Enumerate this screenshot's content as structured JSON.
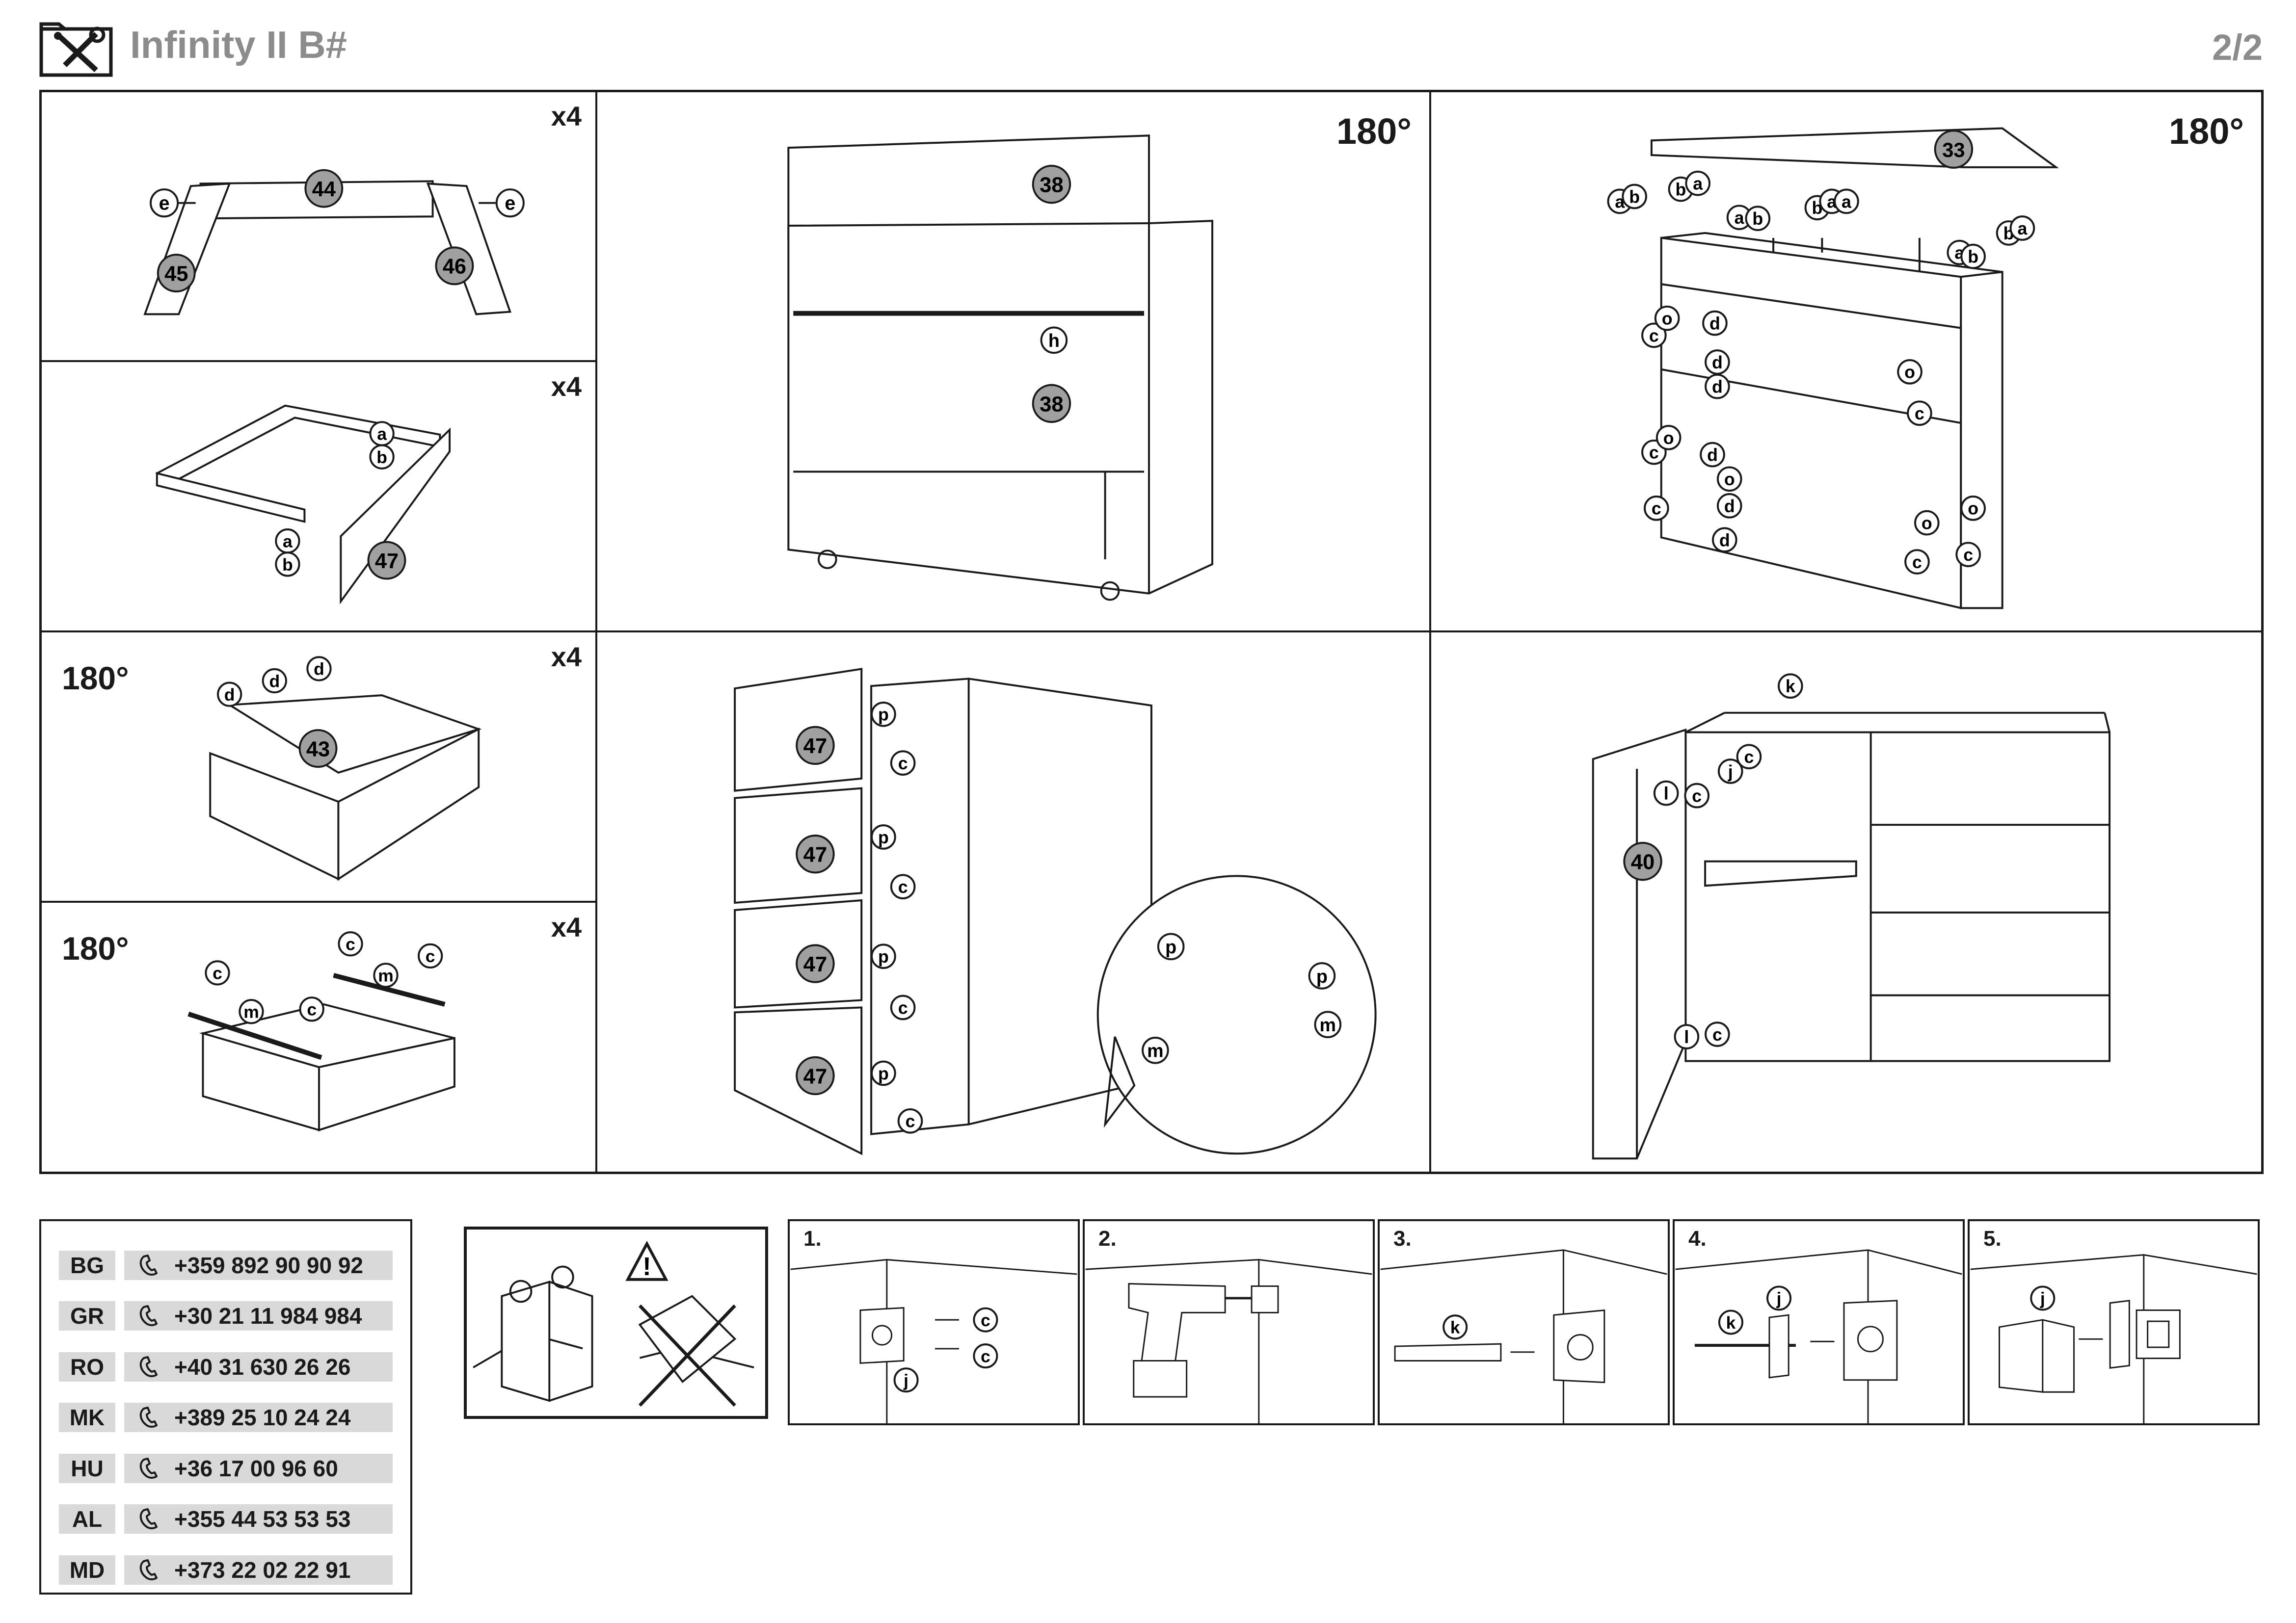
{
  "header": {
    "title": "Infinity II B#",
    "page": "2/2",
    "icon": "tools-icon"
  },
  "panels": {
    "p1": {
      "qty": "x4",
      "parts": [
        "44",
        "45",
        "46"
      ],
      "labels": [
        "e",
        "e"
      ]
    },
    "p2": {
      "qty": "x4",
      "parts": [
        "47"
      ],
      "labels": [
        "a",
        "b",
        "a",
        "b"
      ]
    },
    "p3": {
      "qty": "x4",
      "rotate": "180°",
      "parts": [
        "43"
      ],
      "labels": [
        "d",
        "d",
        "d"
      ]
    },
    "p4": {
      "qty": "x4",
      "rotate": "180°",
      "labels": [
        "c",
        "m",
        "c",
        "c",
        "m",
        "c"
      ]
    },
    "p5": {
      "rotate": "180°",
      "parts": [
        "38",
        "38"
      ],
      "labels": [
        "h"
      ]
    },
    "p6": {
      "parts": [
        "47",
        "47",
        "47",
        "47"
      ],
      "labels": [
        "p",
        "c",
        "p",
        "c",
        "p",
        "c",
        "p",
        "c",
        "p",
        "p",
        "m",
        "m"
      ]
    },
    "p7": {
      "rotate": "180°",
      "parts": [
        "33"
      ],
      "labels": [
        "a",
        "b",
        "b",
        "a",
        "a",
        "b",
        "b",
        "a",
        "a",
        "a",
        "b",
        "b",
        "a",
        "c",
        "o",
        "d",
        "d",
        "d",
        "o",
        "c",
        "c",
        "o",
        "d",
        "o",
        "d",
        "c",
        "d",
        "o",
        "o",
        "c",
        "c"
      ]
    },
    "p8": {
      "parts": [
        "40"
      ],
      "labels": [
        "k",
        "c",
        "j",
        "l",
        "c",
        "l",
        "c"
      ]
    }
  },
  "contacts": [
    {
      "code": "BG",
      "phone": "+359 892 90 90 92"
    },
    {
      "code": "GR",
      "phone": "+30 21 11 984 984"
    },
    {
      "code": "RO",
      "phone": "+40 31 630 26 26"
    },
    {
      "code": "MK",
      "phone": "+389 25 10 24 24"
    },
    {
      "code": "HU",
      "phone": "+36 17 00 96 60"
    },
    {
      "code": "AL",
      "phone": "+355 44 53 53 53"
    },
    {
      "code": "MD",
      "phone": "+373 22 02 22 91"
    }
  ],
  "warning": {
    "icon": "warning-icon"
  },
  "wall_steps": [
    {
      "num": "1.",
      "labels": [
        "c",
        "c",
        "j"
      ]
    },
    {
      "num": "2.",
      "labels": []
    },
    {
      "num": "3.",
      "labels": [
        "k"
      ]
    },
    {
      "num": "4.",
      "labels": [
        "k",
        "j"
      ]
    },
    {
      "num": "5.",
      "labels": [
        "j"
      ]
    }
  ]
}
